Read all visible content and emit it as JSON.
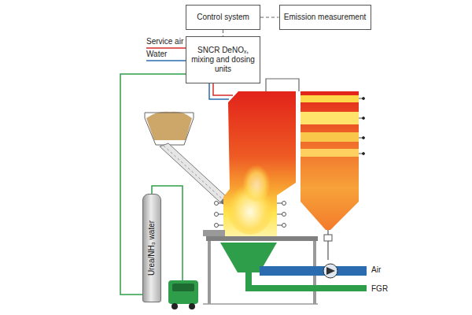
{
  "diagram": {
    "nodes": [
      {
        "text": [
          "Control system"
        ]
      },
      {
        "text": [
          "Emission measurement"
        ]
      },
      {
        "text": [
          "SNCR DeNOₓ, mixing and dosing units"
        ]
      },
      {
        "text": [
          "Urea/NH₃ water"
        ]
      }
    ],
    "edges": [
      {
        "from": 0,
        "to": 1,
        "arrow": "none"
      },
      {
        "from": 0,
        "to": 2,
        "arrow": "none"
      },
      {
        "from": 3,
        "to": 2,
        "arrow": "none"
      }
    ],
    "labels": [
      "Service air",
      "Water",
      "Air",
      "FGR"
    ]
  }
}
